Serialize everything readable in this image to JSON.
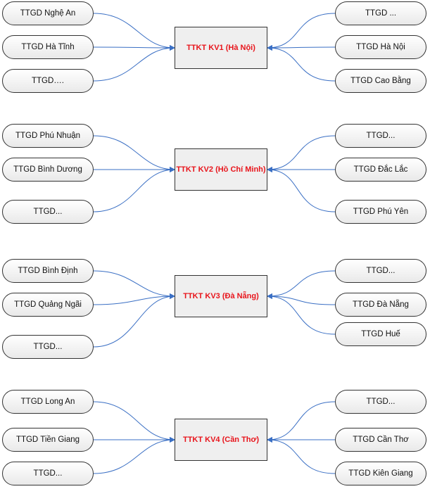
{
  "colors": {
    "center_text": "#e8141b",
    "connector": "#3a6fc4"
  },
  "groups": [
    {
      "center": "TTKT KV1 (Hà Nội)",
      "left": [
        "TTGD Nghệ An",
        "TTGD Hà Tĩnh",
        "TTGD…."
      ],
      "right": [
        "TTGD ...",
        "TTGD Hà Nội",
        "TTGD Cao Bằng"
      ]
    },
    {
      "center": "TTKT KV2 (Hồ Chí Minh)",
      "left": [
        "TTGD Phú Nhuận",
        "TTGD Bình Dương",
        "TTGD..."
      ],
      "right": [
        "TTGD...",
        "TTGD Đắc Lắc",
        "TTGD Phú Yên"
      ]
    },
    {
      "center": "TTKT KV3 (Đà Nẵng)",
      "left": [
        "TTGD Bình Định",
        "TTGD Quảng Ngãi",
        "TTGD..."
      ],
      "right": [
        "TTGD...",
        "TTGD Đà Nẵng",
        "TTGD Huế"
      ]
    },
    {
      "center": "TTKT KV4 (Cần Thơ)",
      "left": [
        "TTGD Long An",
        "TTGD Tiền Giang",
        "TTGD..."
      ],
      "right": [
        "TTGD...",
        "TTGD Cần Thơ",
        "TTGD Kiên Giang"
      ]
    }
  ]
}
